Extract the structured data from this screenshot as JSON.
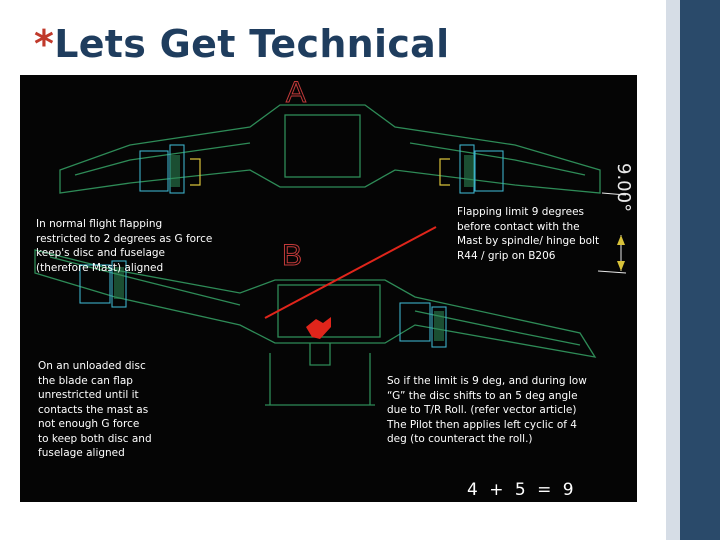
{
  "slide": {
    "title_star": "*",
    "title": "Lets Get Technical"
  },
  "diagram": {
    "label_a": "A",
    "label_b": "B",
    "dimension_label": "9.00°",
    "colors": {
      "background": "#050505",
      "outline": "#2e8b57",
      "detail": "#3cb0c8",
      "yellow": "#d8c23a",
      "arrow": "#e0251b",
      "dimension": "#e8e8e8"
    }
  },
  "notes": {
    "normal_flight": [
      "In normal flight flapping",
      "restricted to 2 degrees as G force",
      "keep's  disc and fuselage",
      "(therefore Mast) aligned"
    ],
    "flapping_limit": [
      "Flapping limit 9 degrees",
      "before contact with the",
      "Mast by spindle/ hinge bolt",
      "R44 / grip on B206"
    ],
    "unloaded_disc": [
      "On an unloaded disc",
      "the blade can flap",
      "unrestricted until it",
      "contacts the mast as",
      "not enough G force",
      "to keep both disc and",
      "fuselage aligned"
    ],
    "limit_example": [
      "So if the limit is 9 deg,  and during low",
      "“G” the disc shifts to an 5 deg angle",
      "due to T/R Roll. (refer vector article)",
      "The  Pilot then applies  left cyclic of 4",
      "deg  (to counteract the roll.)"
    ],
    "equation": "4 + 5 = 9"
  }
}
